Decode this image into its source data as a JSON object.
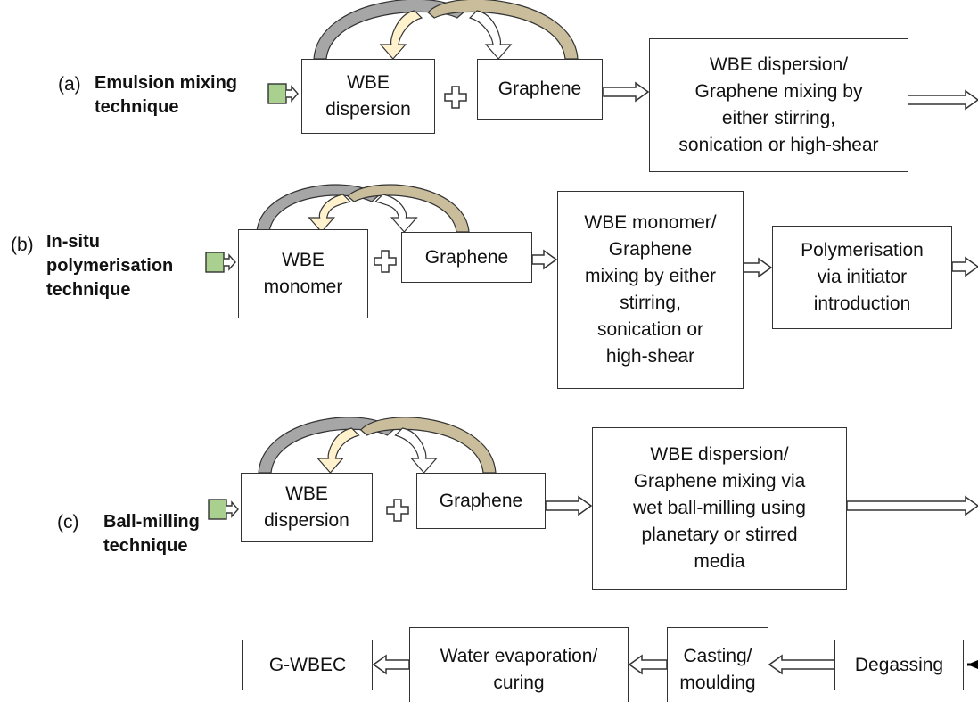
{
  "colors": {
    "box_border": "#333333",
    "start_marker": "#a9d08e",
    "arrow_grey": "#a6a6a6",
    "arrow_cream": "#fff2cc",
    "arrow_tan": "#c9bd9c",
    "arrow_outline": "#333333"
  },
  "icons": {
    "start_marker": "green-square-arrow-icon",
    "plus": "outlined-plus-icon",
    "flow_arrow": "hollow-right-arrow-icon",
    "swap_arrows": "curved-exchange-arrows-icon"
  },
  "row_a": {
    "letter": "(a)",
    "technique": "Emulsion mixing\ntechnique",
    "box_left": "WBE\ndispersion",
    "box_graphene": "Graphene",
    "box_mix": "WBE dispersion/\nGraphene mixing by\neither stirring,\nsonication or high-shear"
  },
  "row_b": {
    "letter": "(b)",
    "technique": "In-situ\npolymerisation\ntechnique",
    "box_left": "WBE\nmonomer",
    "box_graphene": "Graphene",
    "box_mix": "WBE monomer/\nGraphene\nmixing by either\nstirring,\nsonication or\nhigh-shear",
    "box_poly": "Polymerisation\nvia initiator\nintroduction"
  },
  "row_c": {
    "letter": "(c)",
    "technique": "Ball-milling\ntechnique",
    "box_left": "WBE\ndispersion",
    "box_graphene": "Graphene",
    "box_mix": "WBE dispersion/\nGraphene mixing via\nwet ball-milling using\nplanetary or stirred\nmedia"
  },
  "final_row": {
    "product": "G-WBEC",
    "evaporation": "Water evaporation/\ncuring",
    "casting": "Casting/\nmoulding",
    "degassing": "Degassing"
  }
}
